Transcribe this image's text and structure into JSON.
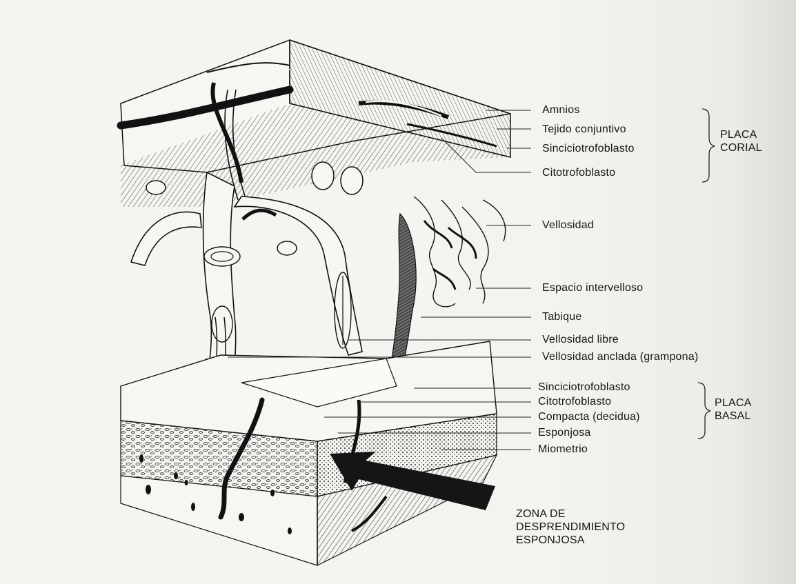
{
  "labels": {
    "amnios": "Amnios",
    "tejido_conjuntivo": "Tejido conjuntivo",
    "sinciciotrofoblasto_corial": "Sinciciotrofoblasto",
    "citotrofoblasto_corial": "Citotrofoblasto",
    "vellosidad": "Vellosidad",
    "espacio_intervelloso": "Espacio intervelloso",
    "tabique": "Tabique",
    "vellosidad_libre": "Vellosidad libre",
    "vellosidad_anclada": "Vellosidad anclada (grampona)",
    "sinciciotrofoblasto_basal": "Sinciciotrofoblasto",
    "citotrofoblasto_basal": "Citotrofoblasto",
    "compacta": "Compacta (decidua)",
    "esponjosa": "Esponjosa",
    "miometrio": "Miometrio"
  },
  "groups": {
    "placa_corial": [
      "PLACA",
      "CORIAL"
    ],
    "placa_basal": [
      "PLACA",
      "BASAL"
    ]
  },
  "zona_note": [
    "ZONA DE",
    "DESPRENDIMIENTO",
    "ESPONJOSA"
  ],
  "colors": {
    "ink": "#151515",
    "paper": "#f4f3ef"
  }
}
